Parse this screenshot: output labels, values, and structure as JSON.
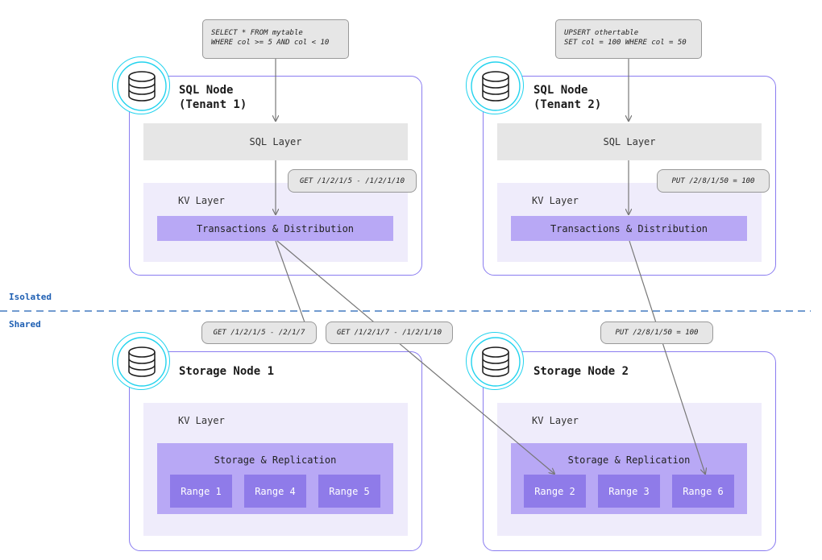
{
  "zones": {
    "isolated": "Isolated",
    "shared": "Shared"
  },
  "sql_node_1": {
    "title": "SQL Node\n(Tenant 1)",
    "query": "SELECT * FROM mytable\nWHERE col >= 5 AND col < 10",
    "sql_layer": "SQL Layer",
    "kv_layer": "KV Layer",
    "transactions": "Transactions & Distribution",
    "request": "GET /1/2/1/5 - /1/2/1/10"
  },
  "sql_node_2": {
    "title": "SQL Node\n(Tenant 2)",
    "query": "UPSERT othertable\nSET col = 100 WHERE col = 50",
    "sql_layer": "SQL Layer",
    "kv_layer": "KV Layer",
    "transactions": "Transactions & Distribution",
    "request": "PUT /2/8/1/50 = 100"
  },
  "storage_node_1": {
    "title": "Storage Node 1",
    "kv_layer": "KV Layer",
    "storage": "Storage & Replication",
    "ranges": [
      "Range 1",
      "Range 4",
      "Range 5"
    ]
  },
  "storage_node_2": {
    "title": "Storage Node 2",
    "kv_layer": "KV Layer",
    "storage": "Storage & Replication",
    "ranges": [
      "Range 2",
      "Range 3",
      "Range 6"
    ]
  },
  "flows": {
    "get_a": "GET /1/2/1/5 - /2/1/7",
    "get_b": "GET /1/2/1/7 - /1/2/1/10",
    "put": "PUT /2/8/1/50 = 100"
  },
  "icons": [
    "database-icon"
  ],
  "colors": {
    "node_border": "#8a7cf0",
    "icon_ring": "#22d3ee",
    "kv_background": "#efecfb",
    "purple_bar": "#b8a8f5",
    "range": "#8f7be9",
    "zone_label": "#1e5fb3"
  }
}
